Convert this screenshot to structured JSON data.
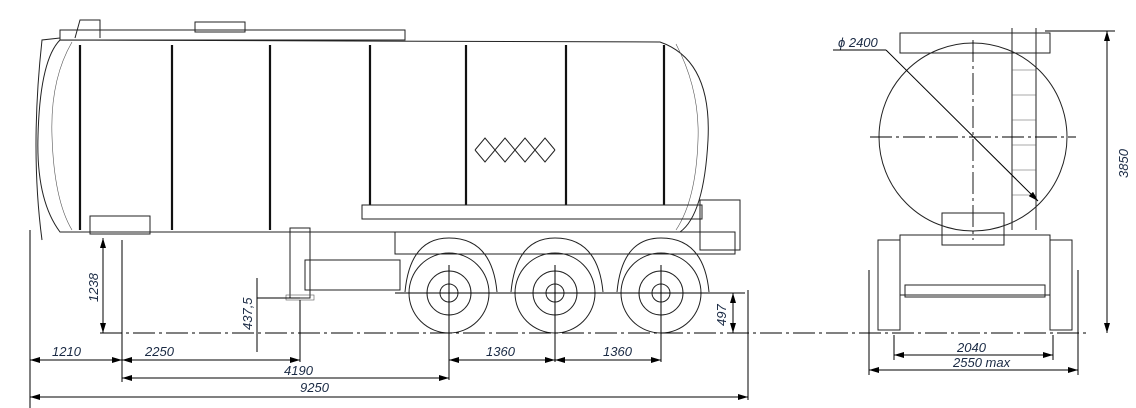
{
  "side_view": {
    "dimensions": {
      "kingpin_height": "1238",
      "landing_gear_height": "437,5",
      "rear_height": "497",
      "front_overhang": "1210",
      "kingpin_to_gear": "2250",
      "kingpin_to_axle": "4190",
      "axle_spacing_1": "1360",
      "axle_spacing_2": "1360",
      "overall_length": "9250"
    }
  },
  "rear_view": {
    "dimensions": {
      "tank_diameter": "ϕ 2400",
      "overall_height": "3850",
      "track_width": "2040",
      "overall_width": "2550 max"
    }
  },
  "colors": {
    "line": "#222222",
    "label": "#1a2a44"
  }
}
